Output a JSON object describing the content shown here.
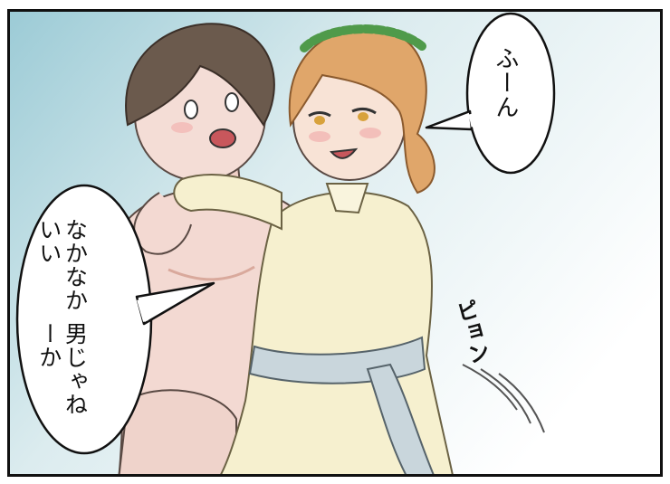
{
  "bubbles": {
    "right": {
      "text": "ふーん"
    },
    "left": {
      "line1": "なかなかいい",
      "line2": "男じゃねーか"
    }
  },
  "sfx": {
    "text": "ピョン"
  },
  "colors": {
    "skin": "#f3d9d2",
    "skin_shadow": "#e4bdb4",
    "hair_brown": "#6b5a4d",
    "hair_orange": "#e0a66a",
    "laurel": "#4f9a4a",
    "dress": "#f6f0cf",
    "belt": "#c9d6dc",
    "sky": "#a9d3dc"
  }
}
